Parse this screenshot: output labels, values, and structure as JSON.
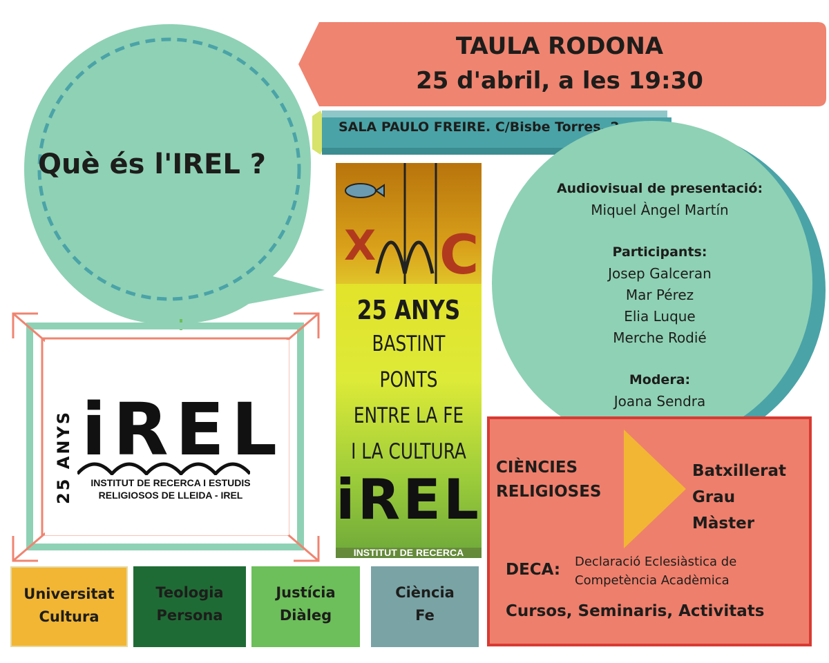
{
  "bubble": {
    "text": "Què és l'IREL ?"
  },
  "header": {
    "title": "TAULA RODONA",
    "date": "25 d'abril, a les 19:30",
    "venue": "SALA PAULO FREIRE. C/Bisbe Torres, 2"
  },
  "program": {
    "presentation_label": "Audiovisual de presentació:",
    "presentation_name": "Miquel Àngel Martín",
    "participants_label": "Participants:",
    "participants": [
      "Josep Galceran",
      "Mar Pérez",
      "Elia Luque",
      "Merche Rodié"
    ],
    "moderator_label": "Modera:",
    "moderator_name": "Joana Sendra"
  },
  "logo": {
    "name": "iREL",
    "years": "25 ANYS",
    "subtitle_line1": "INSTITUT DE RECERCA I ESTUDIS",
    "subtitle_line2": "RELIGIOSOS DE LLEIDA - IREL"
  },
  "poster": {
    "line1": "25 ANYS",
    "line2": "BASTINT PONTS",
    "line3": "ENTRE LA FE",
    "line4": "I LA CULTURA",
    "logo": "iREL",
    "footer": "INSTITUT DE RECERCA"
  },
  "tiles": [
    {
      "line1": "Universitat",
      "line2": "Cultura",
      "color": "#f2b634"
    },
    {
      "line1": "Teologia",
      "line2": "Persona",
      "color": "#1f6b35"
    },
    {
      "line1": "Justícia",
      "line2": "Diàleg",
      "color": "#6cbf5a"
    },
    {
      "line1": "Ciència",
      "line2": "Fe",
      "color": "#7aa3a6"
    }
  ],
  "studies": {
    "title_line1": "CIÈNCIES",
    "title_line2": "RELIGIOSES",
    "levels": [
      "Batxillerat",
      "Grau",
      "Màster"
    ],
    "deca_label": "DECA:",
    "deca_desc_line1": "Declaració Eclesiàstica de",
    "deca_desc_line2": "Competència Acadèmica",
    "courses": "Cursos, Seminaris, Activitats"
  },
  "colors": {
    "bubble": "#8fd1b5",
    "bubble_dash": "#4aa3a7",
    "banner": "#ef8470",
    "venue_bar": "#4aa3a7",
    "circle": "#8fd1b5",
    "panel": "#ee7f6c",
    "panel_border": "#d83a32",
    "arrow": "#f2b634"
  }
}
